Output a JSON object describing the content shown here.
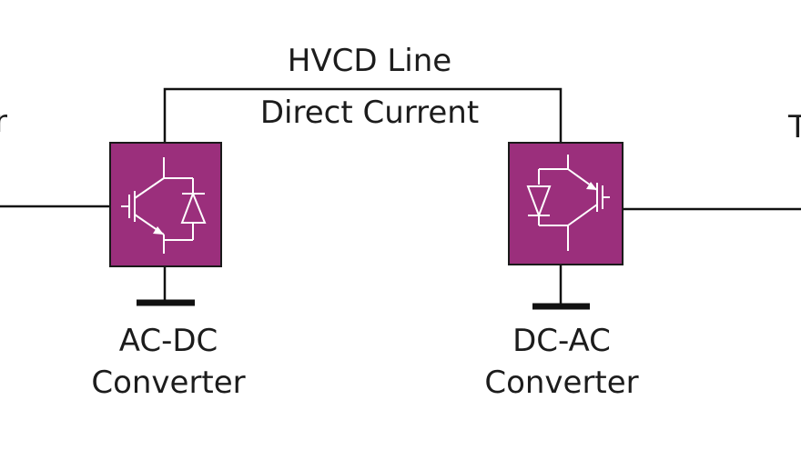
{
  "colors": {
    "converter_fill": "#9b2f7c",
    "line": "#111111",
    "text": "#1c1c1c"
  },
  "line": {
    "name": "HVCD Line",
    "current_type": "Direct Current"
  },
  "edge_text": {
    "left_fragment": "r",
    "right_fragment": "T"
  },
  "converters": [
    {
      "line1": "AC-DC",
      "line2": "Converter",
      "icon": "igbt-with-diode-icon"
    },
    {
      "line1": "DC-AC",
      "line2": "Converter",
      "icon": "diode-with-igbt-icon"
    }
  ]
}
